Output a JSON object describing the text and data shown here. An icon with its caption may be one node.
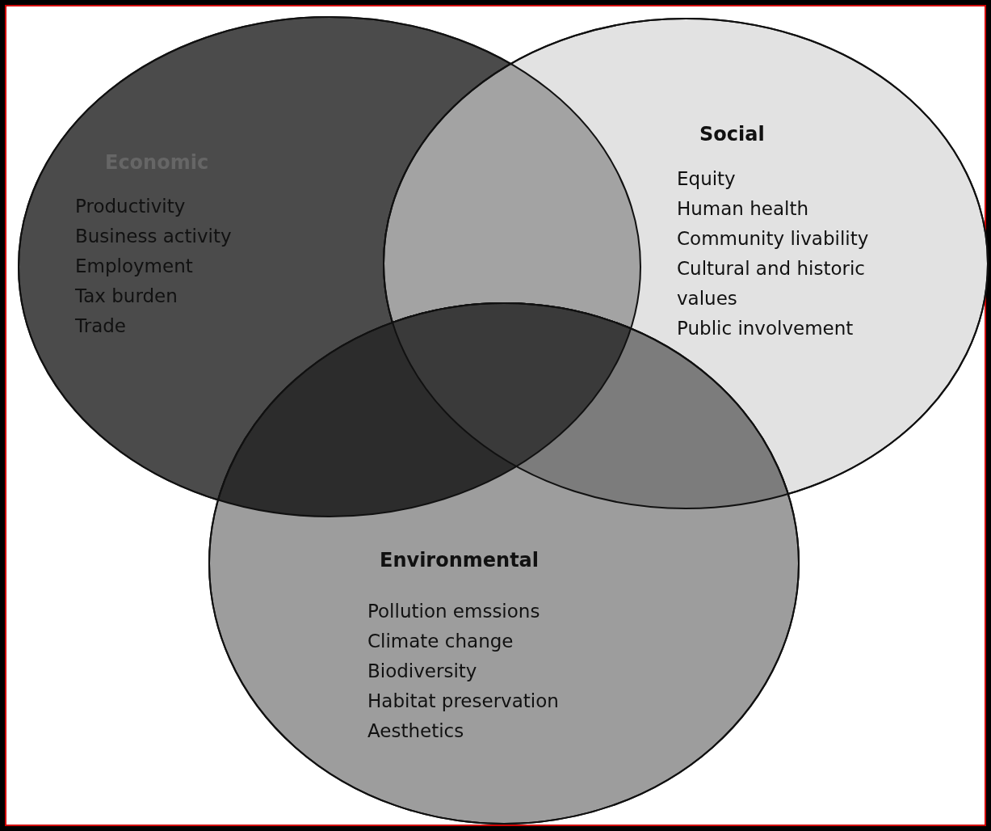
{
  "diagram": {
    "nodes": [
      {
        "text": [
          "Economic",
          "Productivity",
          "Business activity",
          "Employment",
          "Tax burden",
          "Trade"
        ]
      },
      {
        "text": [
          "Social",
          "Equity",
          "Human health",
          "Community livability",
          "Cultural and historic values",
          "Public involvement"
        ]
      },
      {
        "text": [
          "Environmental",
          "Pollution emssions",
          "Climate change",
          "Biodiversity",
          "Habitat preservation",
          "Aesthetics"
        ]
      }
    ]
  }
}
